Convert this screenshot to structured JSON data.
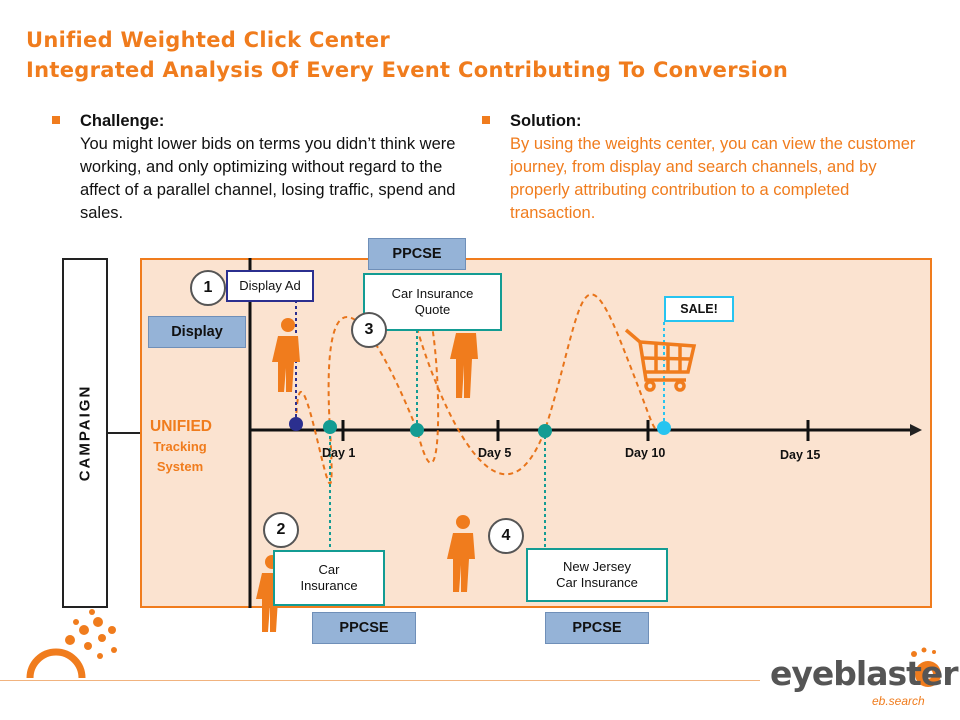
{
  "header": {
    "title": "Unified Weighted Click Center",
    "subtitle": "Integrated Analysis Of Every Event Contributing To Conversion"
  },
  "challenge": {
    "heading": "Challenge:",
    "body": "You might lower bids on terms you didn’t think were working, and only optimizing without regard to the affect of a parallel channel, losing traffic, spend and sales."
  },
  "solution": {
    "heading": "Solution:",
    "body": "By using the weights center, you can view the customer journey, from display and search channels, and by properly attributing contribution to a completed transaction."
  },
  "diagram": {
    "campaign_label": "CAMPAIGN",
    "unified_title": "UNIFIED",
    "unified_sub1": "Tracking",
    "unified_sub2": "System",
    "channels": {
      "display": "Display",
      "ppcse_top": "PPCSE",
      "ppcse_bottom_left": "PPCSE",
      "ppcse_bottom_right": "PPCSE"
    },
    "events": {
      "display_ad": "Display Ad",
      "car_insurance_quote_1": "Car Insurance",
      "car_insurance_quote_2": "Quote",
      "car_insurance_1": "Car",
      "car_insurance_2": "Insurance",
      "nj_car_insurance_1": "New Jersey",
      "nj_car_insurance_2": "Car Insurance",
      "sale": "SALE!"
    },
    "steps": [
      "1",
      "2",
      "3",
      "4"
    ],
    "days": [
      "Day 1",
      "Day 5",
      "Day 10",
      "Day 15"
    ],
    "colors": {
      "accent": "#f07c1d",
      "teal": "#139c93",
      "panel": "#fbe3d0",
      "tag": "#95b3d7",
      "navy": "#2b2f8f",
      "cyan": "#27c4f0"
    }
  },
  "footer": {
    "logo_text": "eyeblaster",
    "logo_sub": "eb.search"
  }
}
